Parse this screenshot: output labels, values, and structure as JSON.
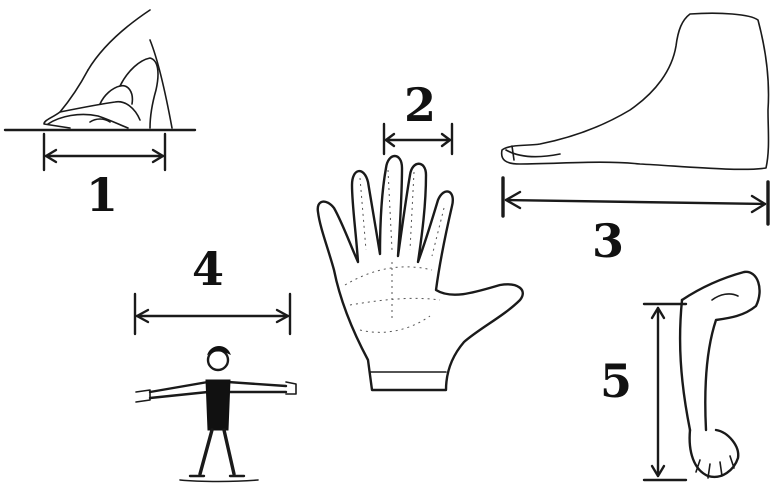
{
  "figure": {
    "labels": [
      "1",
      "2",
      "3",
      "4",
      "5"
    ],
    "icons": {
      "palm_width": "hand-pressed-on-line-icon",
      "finger_width": "open-hand-icon",
      "foot_length": "foot-icon",
      "arm_span": "person-arms-outstretched-icon",
      "forearm_length": "forearm-icon"
    }
  }
}
